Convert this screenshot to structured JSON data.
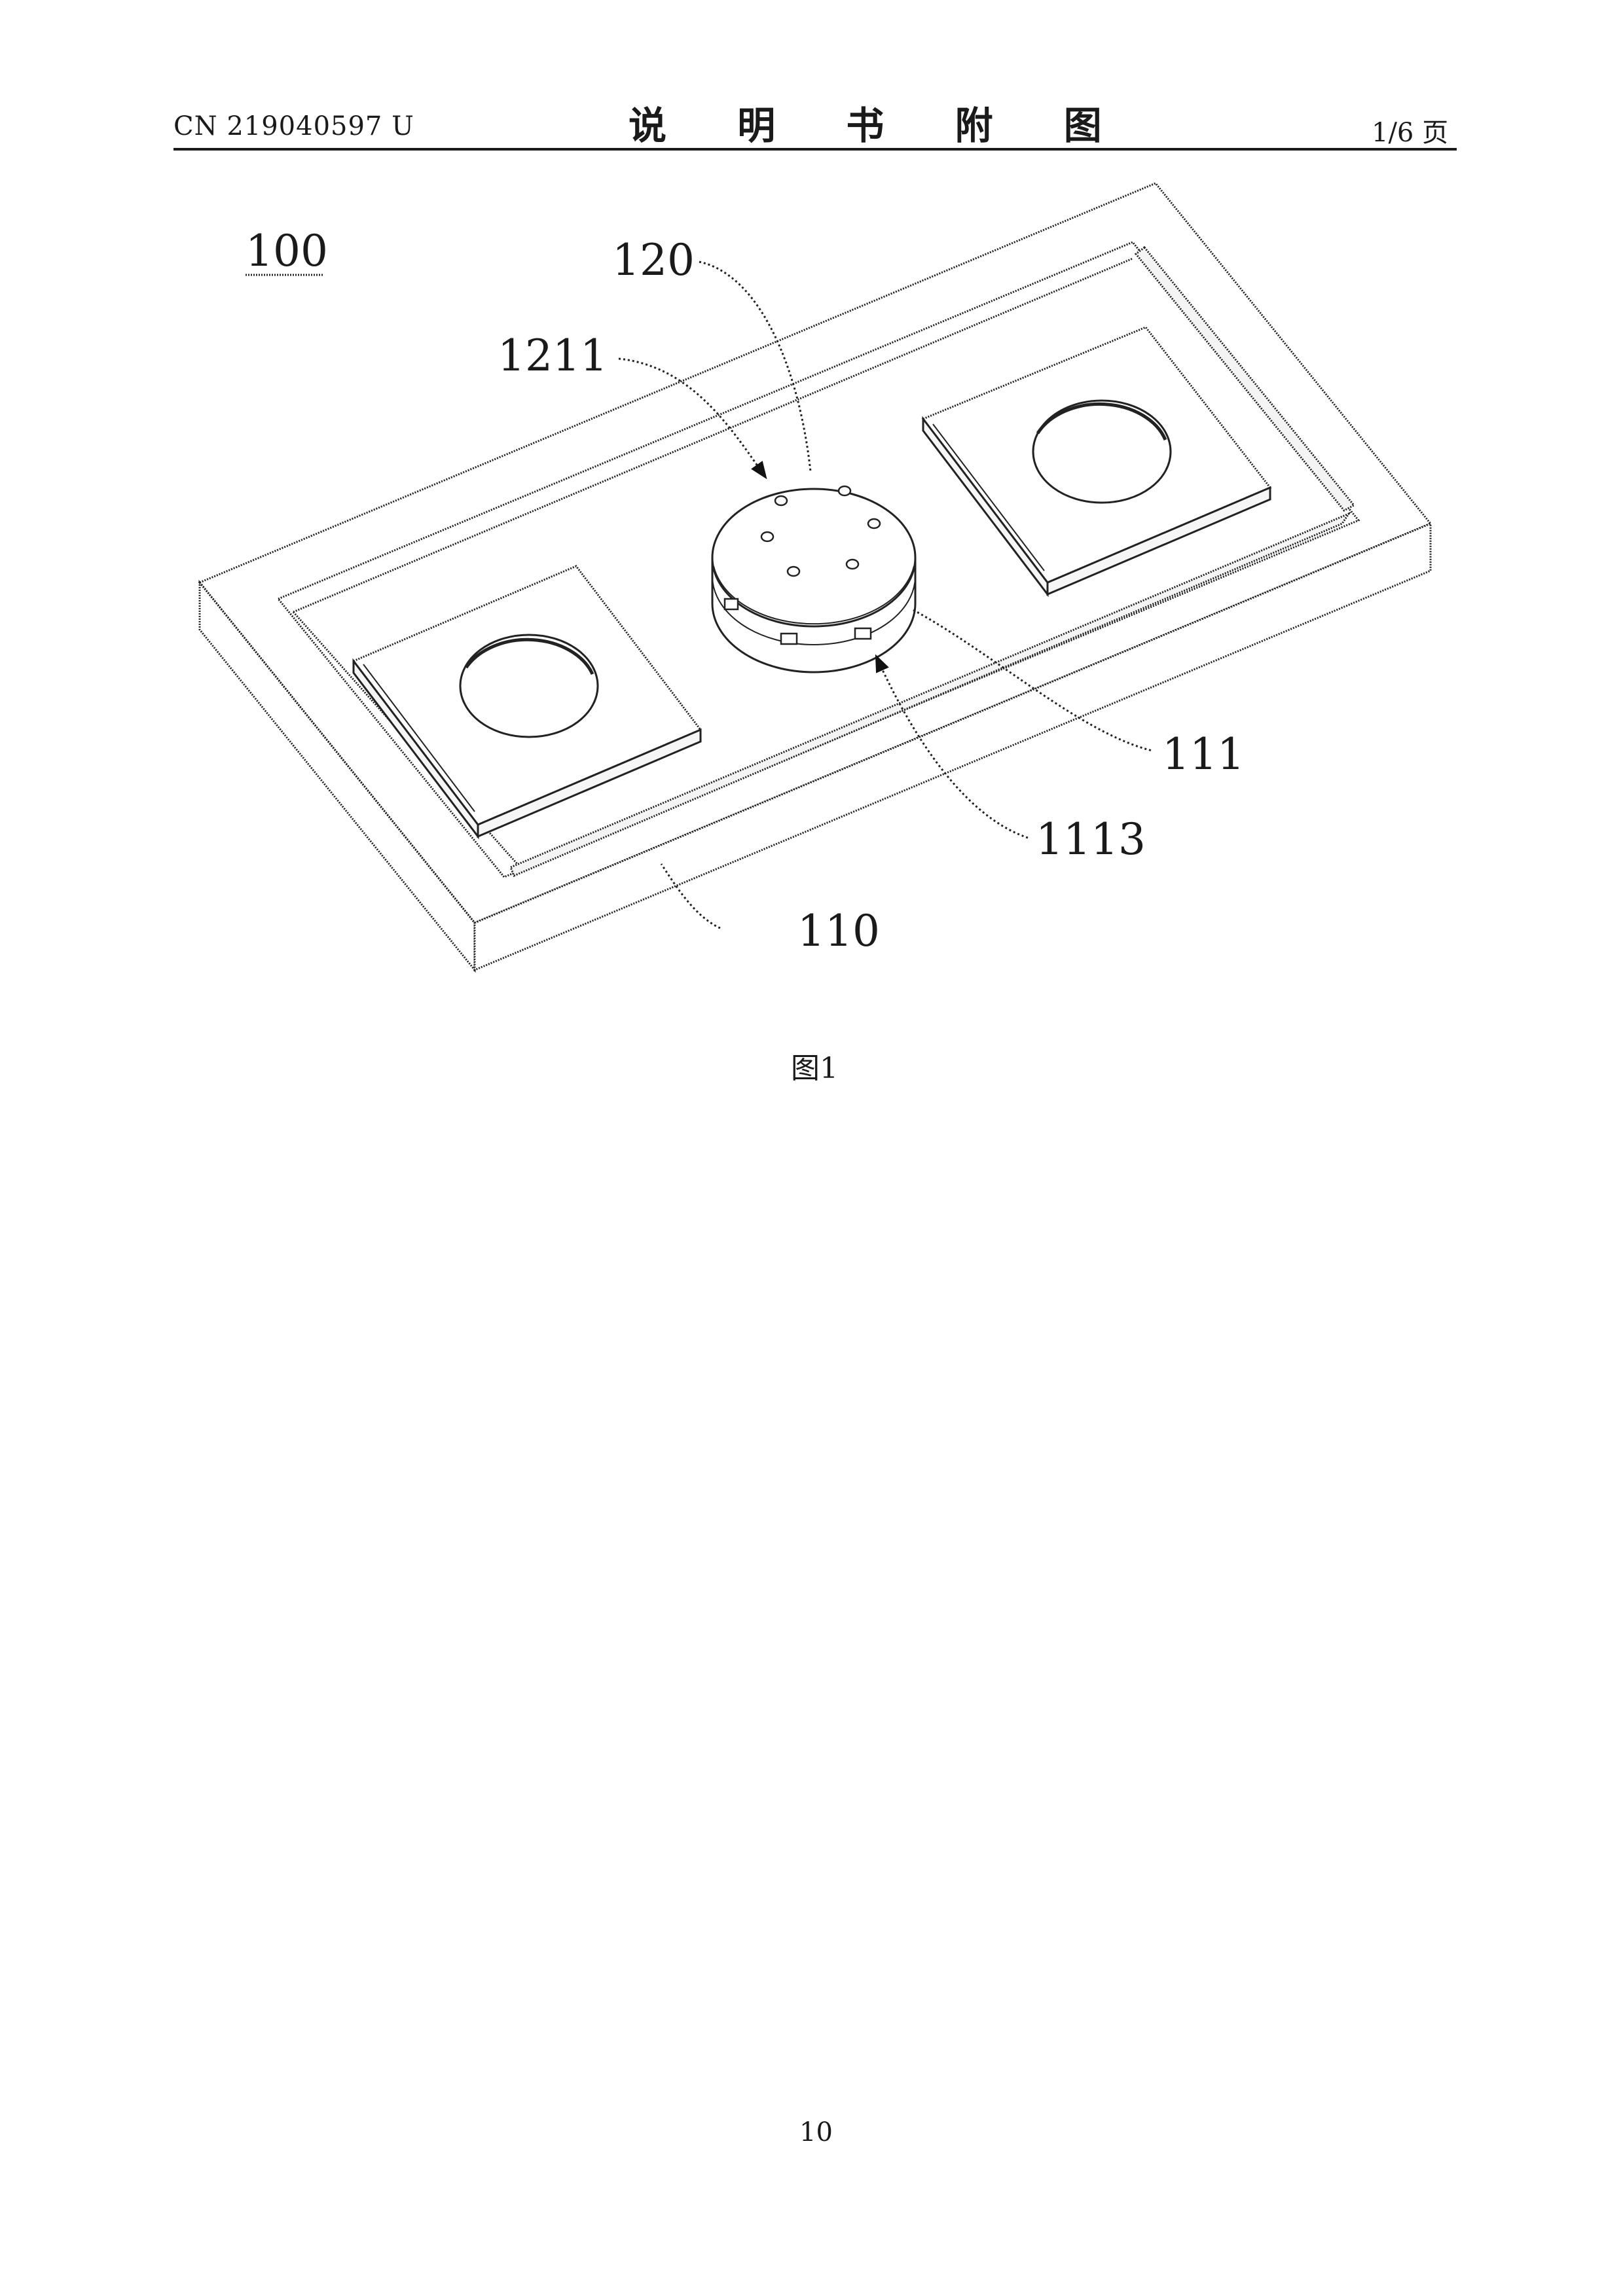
{
  "header": {
    "patent_number": "CN 219040597 U",
    "title": "说 明 书 附 图",
    "page_of": "1/6 页"
  },
  "figure": {
    "labels": {
      "assembly": "100",
      "puck": "120",
      "puck_holes": "1211",
      "base_recess": "111",
      "side_slot": "1113",
      "base_plate": "110"
    },
    "caption": "图1"
  },
  "footer": {
    "page_number": "10"
  }
}
